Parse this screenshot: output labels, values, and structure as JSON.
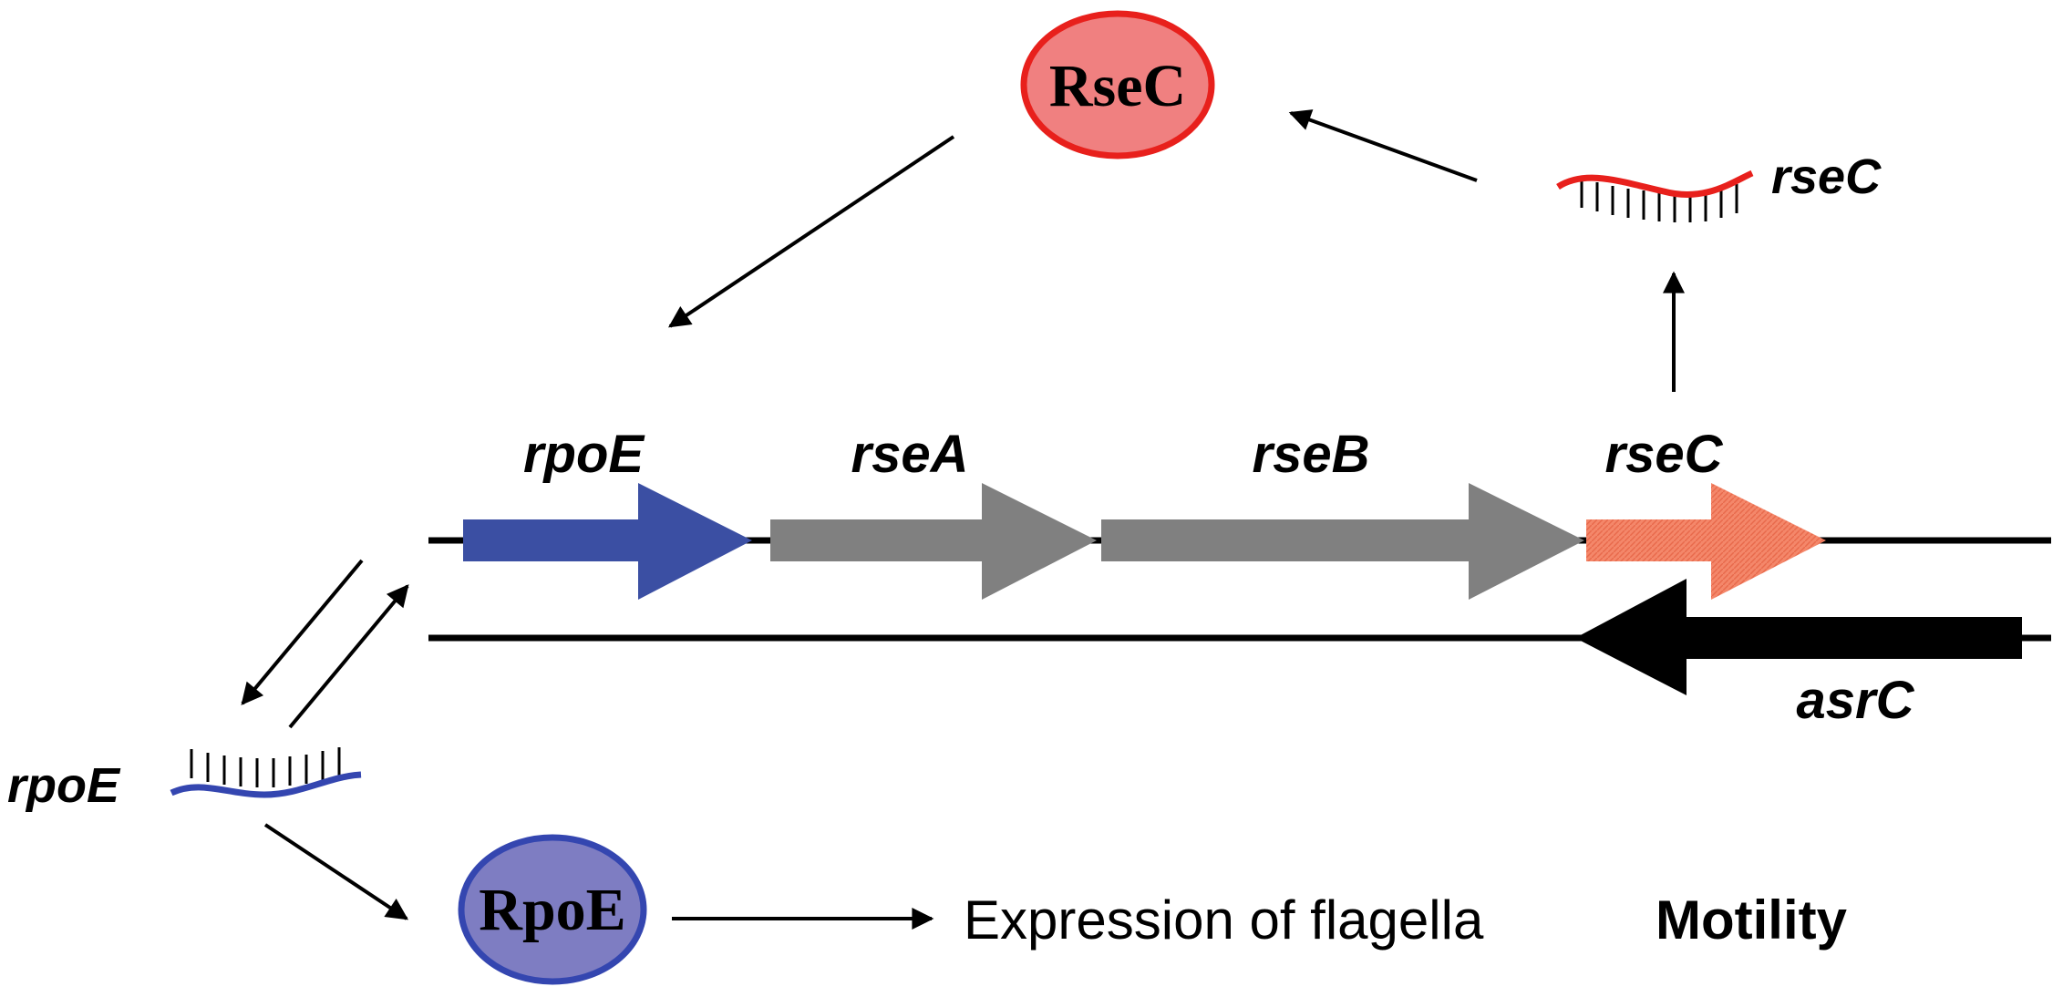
{
  "genes": {
    "rpoE": "rpoE",
    "rseA": "rseA",
    "rseB": "rseB",
    "rseC": "rseC",
    "asrC": "asrC"
  },
  "transcripts": {
    "rseC": "rseC",
    "rpoE": "rpoE"
  },
  "proteins": {
    "RseC": "RseC",
    "RpoE": "RpoE"
  },
  "outcome": {
    "expression": "Expression of flagella",
    "phenotype": "Motility"
  },
  "colors": {
    "rpoE_gene": "#3b4fa3",
    "gray_genes": "#808080",
    "rseC_gene": "#f4876a",
    "asrC_gene": "#000000",
    "RseC_fill": "#f08080",
    "RseC_stroke": "#e8201c",
    "RpoE_fill": "#7e7dc2",
    "RpoE_stroke": "#3446b0",
    "rseC_rna": "#e8201c",
    "rpoE_rna": "#3446b0"
  }
}
